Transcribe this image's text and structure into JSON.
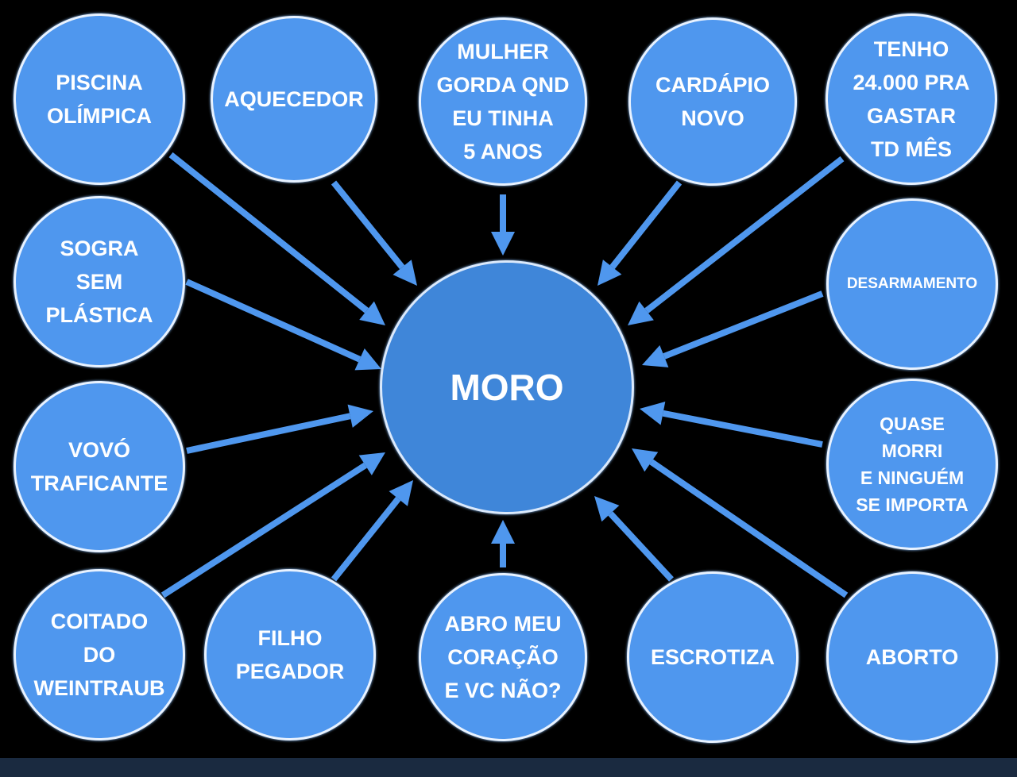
{
  "center": {
    "label": "MORO"
  },
  "nodes": [
    {
      "label": "PISCINA\nOLÍMPICA"
    },
    {
      "label": "AQUECEDOR"
    },
    {
      "label": "MULHER\nGORDA QND\nEU TINHA\n5 ANOS"
    },
    {
      "label": "CARDÁPIO\nNOVO"
    },
    {
      "label": "TENHO\n24.000 PRA\nGASTAR\nTD MÊS"
    },
    {
      "label": "SOGRA\nSEM\nPLÁSTICA"
    },
    {
      "label": "DESARMAMENTO"
    },
    {
      "label": "VOVÓ\nTRAFICANTE"
    },
    {
      "label": "QUASE\nMORRI\nE NINGUÉM\nSE IMPORTA"
    },
    {
      "label": "COITADO\nDO\nWEINTRAUB"
    },
    {
      "label": "FILHO\nPEGADOR"
    },
    {
      "label": "ABRO MEU\nCORAÇÃO\nE VC NÃO?"
    },
    {
      "label": "ESCROTIZA"
    },
    {
      "label": "ABORTO"
    }
  ],
  "colors": {
    "node_fill": "#4f97ee",
    "arrow": "#4f97ee",
    "background": "#000000",
    "footer_bar": "#1a2a40"
  }
}
